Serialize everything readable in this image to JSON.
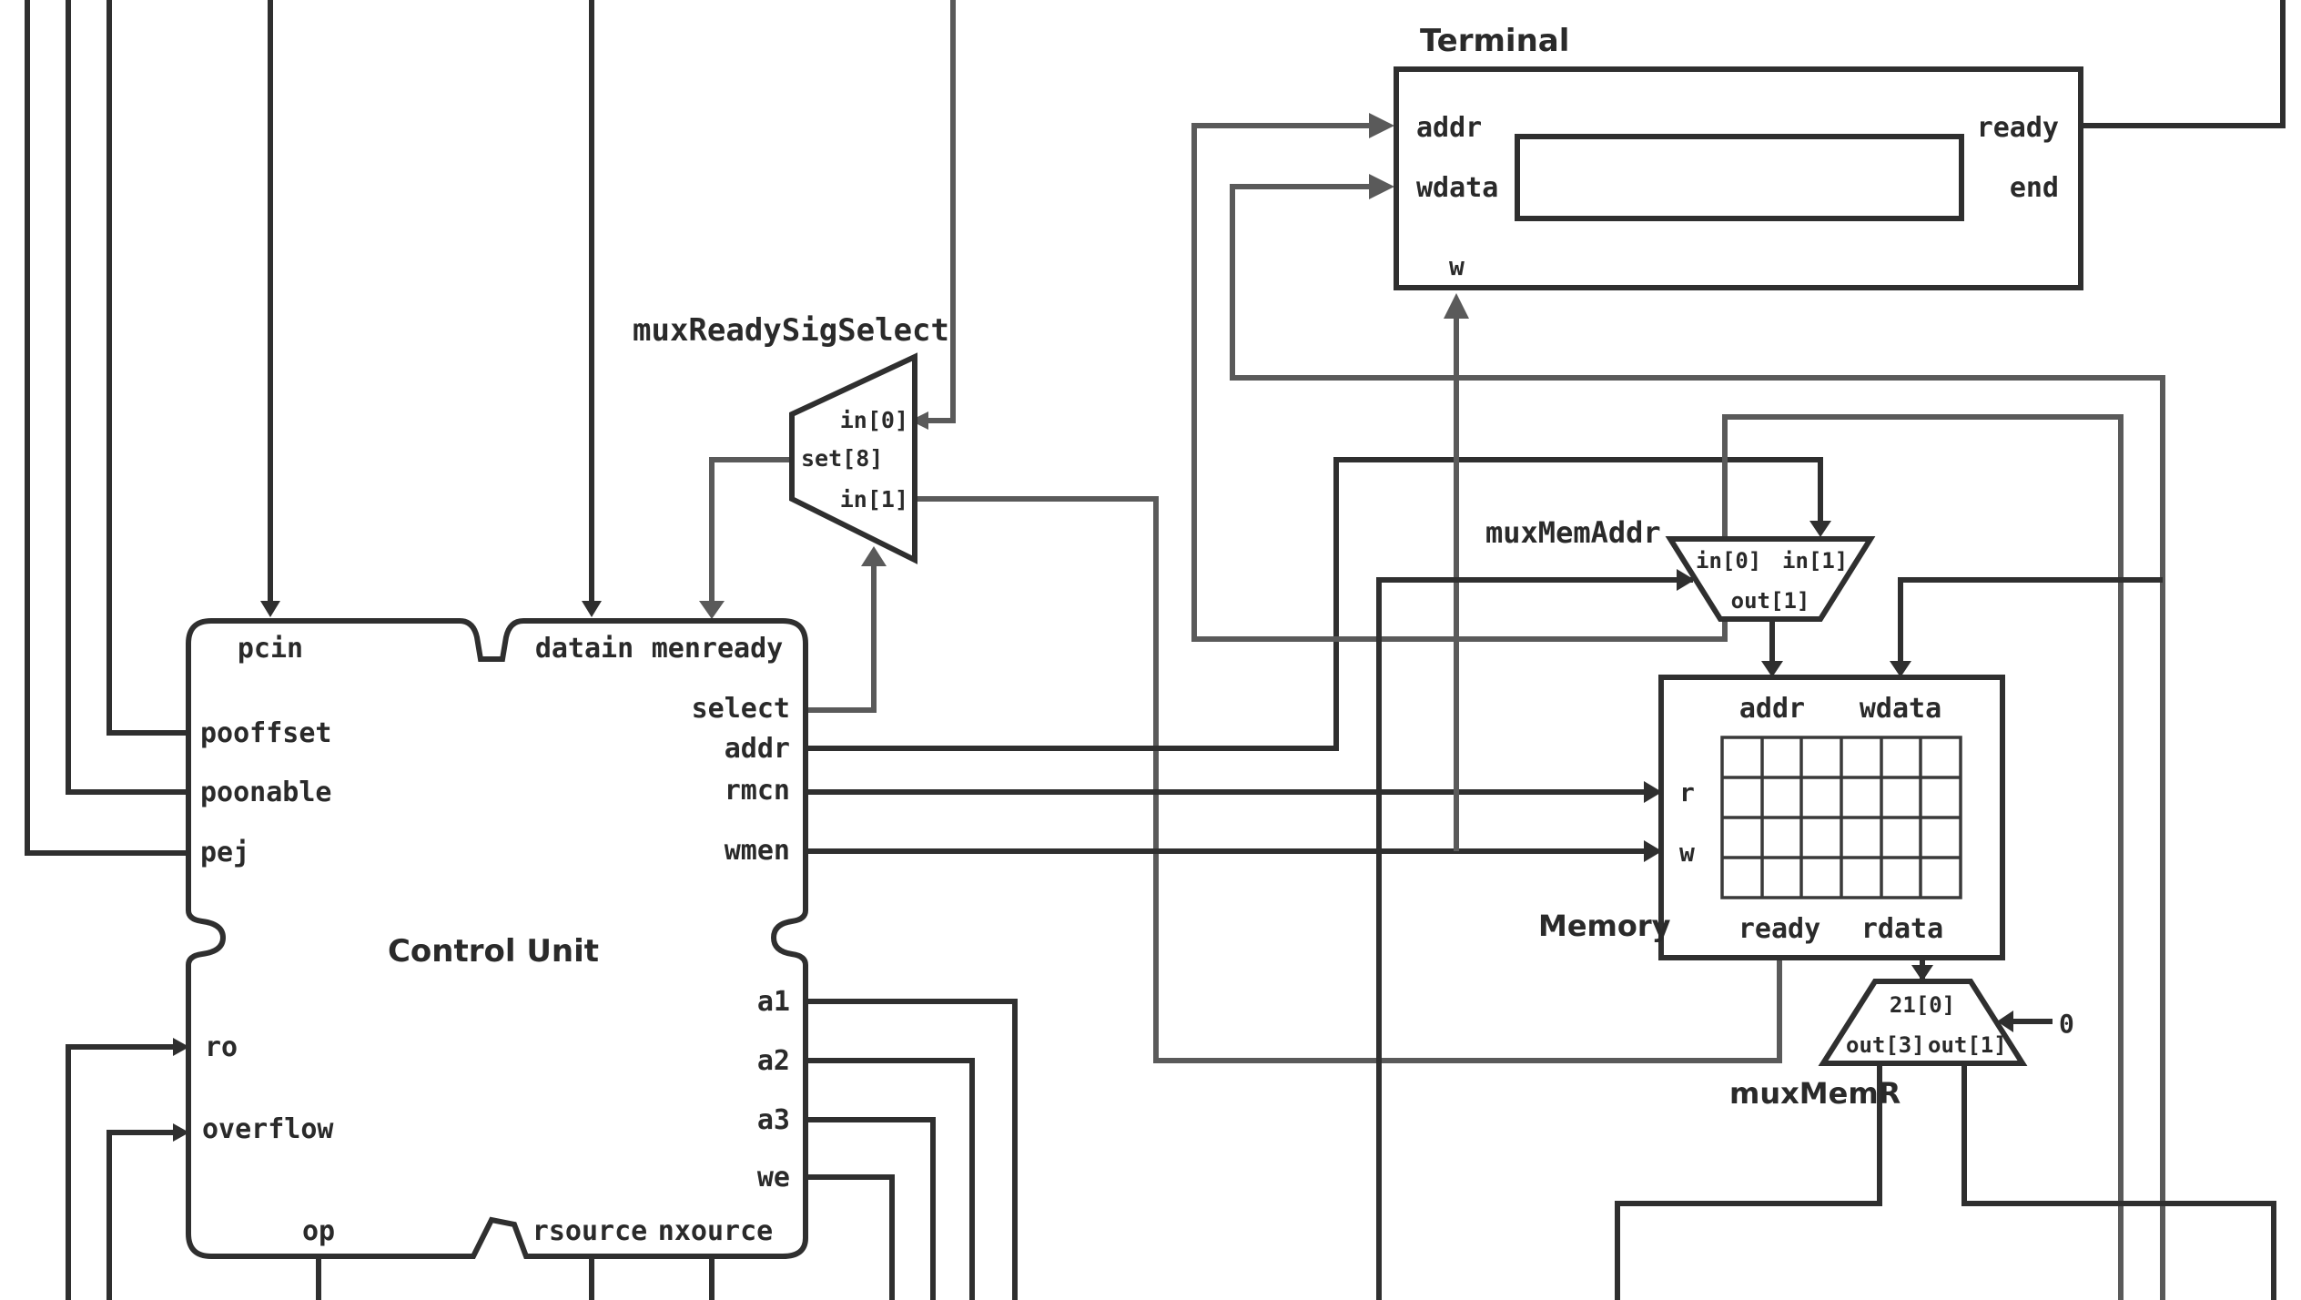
{
  "diagram": {
    "terminal": {
      "title": "Terminal",
      "ports": {
        "addr": "addr",
        "wdata": "wdata",
        "w": "w",
        "ready": "ready",
        "end": "end"
      }
    },
    "mux_ready_sig_select": {
      "title": "muxReadySigSelect",
      "ports": {
        "in0": "in[0]",
        "set": "set[8]",
        "in1": "in[1]"
      }
    },
    "mux_mem_addr": {
      "title": "muxMemAddr",
      "ports": {
        "in0": "in[0]",
        "in1": "in[1]",
        "out": "out[1]"
      }
    },
    "memory": {
      "title": "Memory",
      "ports": {
        "addr": "addr",
        "wdata": "wdata",
        "r": "r",
        "w": "w",
        "ready": "ready",
        "rdata": "rdata"
      }
    },
    "mux_mem_r": {
      "title": "muxMemR",
      "ports": {
        "in": "21[0]",
        "out3": "out[3]",
        "out1": "out[1]"
      },
      "constant": "0"
    },
    "control_unit": {
      "title": "Control Unit",
      "ports_top": [
        "pcin",
        "datain",
        "menready"
      ],
      "ports_left": [
        "pooffset",
        "poonable",
        "pej",
        "ro",
        "overflow"
      ],
      "ports_right": [
        "select",
        "addr",
        "rmcn",
        "wmen",
        "a1",
        "a2",
        "a3",
        "we"
      ],
      "ports_bottom": [
        "op",
        "rsource",
        "nxource"
      ]
    }
  }
}
